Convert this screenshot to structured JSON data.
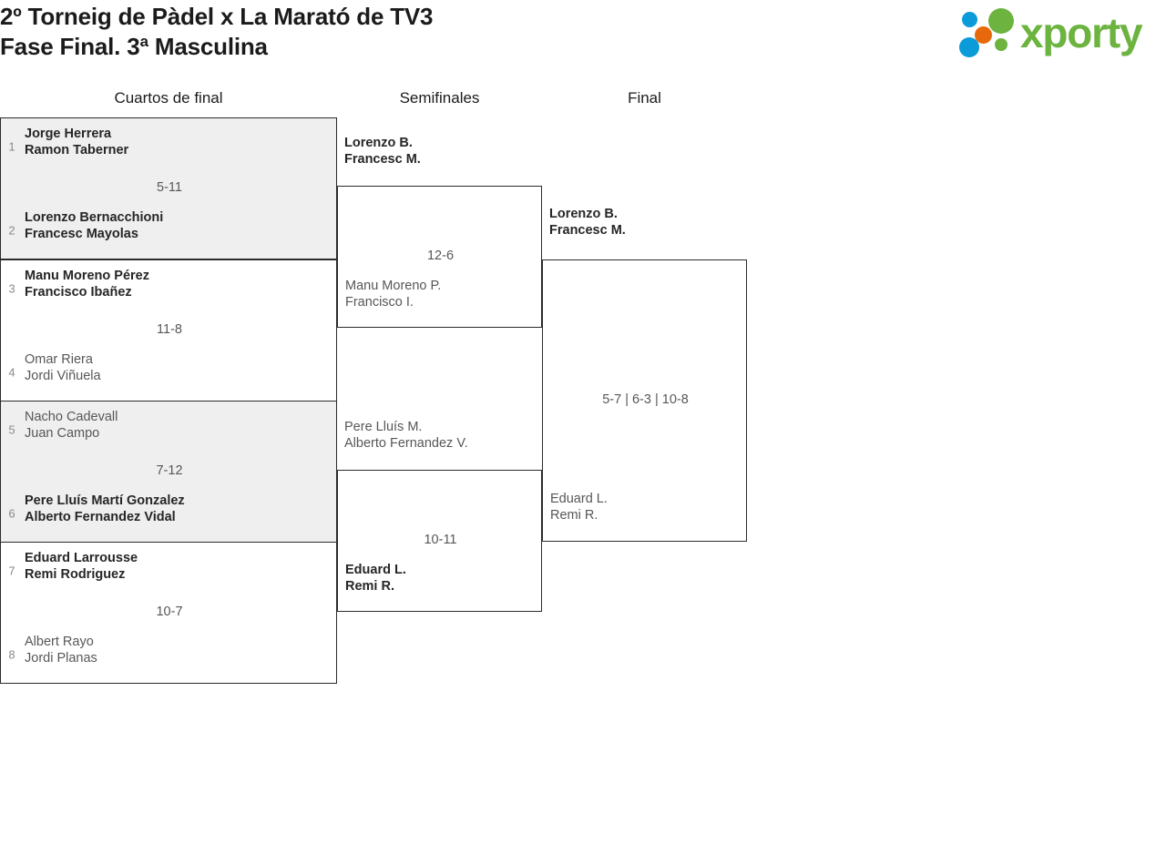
{
  "header": {
    "title_line1": "2º Torneig de Pàdel x La Marató de TV3",
    "title_line2": "Fase Final. 3ª Masculina",
    "logo_text": "xporty",
    "logo_colors": {
      "green": "#6cb33f",
      "blue": "#0a9bd8",
      "orange": "#e8690b"
    }
  },
  "rounds": [
    {
      "label": "Cuartos de final"
    },
    {
      "label": "Semifinales"
    },
    {
      "label": "Final"
    }
  ],
  "quarterfinals": [
    {
      "score": "5-11",
      "top": {
        "seed": "1",
        "p1": "Jorge Herrera",
        "p2": "Ramon Taberner",
        "result": "loser"
      },
      "bottom": {
        "seed": "2",
        "p1": "Lorenzo Bernacchioni",
        "p2": "Francesc Mayolas",
        "result": "winner"
      }
    },
    {
      "score": "11-8",
      "top": {
        "seed": "3",
        "p1": "Manu Moreno Pérez",
        "p2": "Francisco Ibañez",
        "result": "winner"
      },
      "bottom": {
        "seed": "4",
        "p1": "Omar Riera",
        "p2": "Jordi Viñuela",
        "result": "loser"
      }
    },
    {
      "score": "7-12",
      "top": {
        "seed": "5",
        "p1": "Nacho Cadevall",
        "p2": "Juan Campo",
        "result": "loser"
      },
      "bottom": {
        "seed": "6",
        "p1": "Pere Lluís Martí Gonzalez",
        "p2": "Alberto Fernandez Vidal",
        "result": "winner"
      }
    },
    {
      "score": "10-7",
      "top": {
        "seed": "7",
        "p1": "Eduard Larrousse",
        "p2": "Remi Rodriguez",
        "result": "winner"
      },
      "bottom": {
        "seed": "8",
        "p1": "Albert Rayo",
        "p2": "Jordi Planas",
        "result": "loser"
      }
    }
  ],
  "semifinals": [
    {
      "score": "12-6",
      "top": {
        "p1": "Lorenzo B.",
        "p2": "Francesc M.",
        "result": "winner"
      },
      "bottom": {
        "p1": "Manu Moreno P.",
        "p2": "Francisco I.",
        "result": "loser"
      }
    },
    {
      "score": "10-11",
      "top": {
        "p1": "Pere Lluís M.",
        "p2": "Alberto Fernandez V.",
        "result": "loser"
      },
      "bottom": {
        "p1": "Eduard L.",
        "p2": "Remi R.",
        "result": "winner"
      }
    }
  ],
  "final": {
    "score": "5-7 | 6-3 | 10-8",
    "top": {
      "p1": "Lorenzo B.",
      "p2": "Francesc M.",
      "result": "winner"
    },
    "bottom": {
      "p1": "Eduard L.",
      "p2": "Remi R.",
      "result": "loser"
    }
  }
}
